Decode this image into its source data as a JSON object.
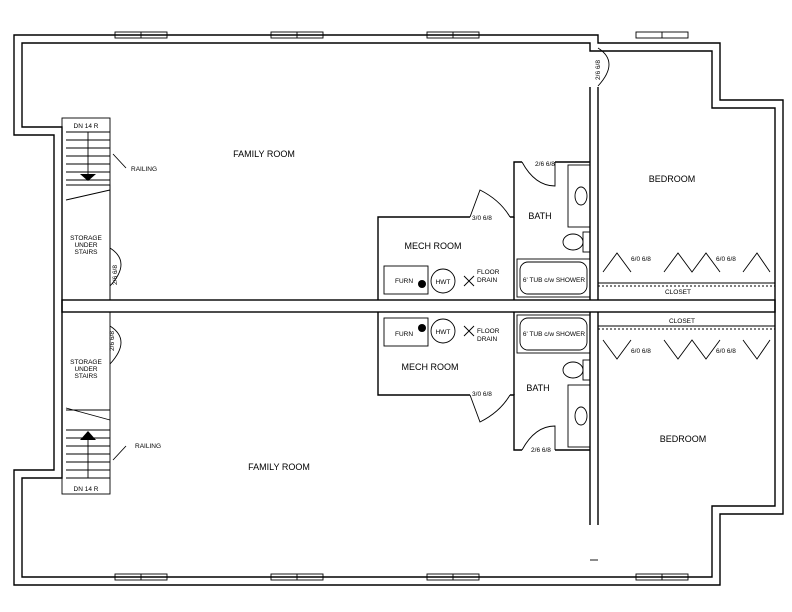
{
  "rooms": {
    "family_room_top": "FAMILY ROOM",
    "family_room_bottom": "FAMILY ROOM",
    "bedroom_top": "BEDROOM",
    "bedroom_bottom": "BEDROOM",
    "bath_top": "BATH",
    "bath_bottom": "BATH",
    "mech_top": "MECH ROOM",
    "mech_bottom": "MECH ROOM"
  },
  "labels": {
    "closet_top": "CLOSET",
    "closet_bottom": "CLOSET",
    "furn": "FURN",
    "hwt": "HWT",
    "floor_drain_1": "FLOOR",
    "floor_drain_2": "DRAIN",
    "tub": "6' TUB c/w SHOWER",
    "railing": "RAILING",
    "stairs": "DN 14 R",
    "storage_1": "STORAGE",
    "storage_2": "UNDER",
    "storage_3": "STAIRS"
  },
  "doors": {
    "d26": "2/6 6/8",
    "d30": "3/0 6/8",
    "d60": "6/0 6/8"
  }
}
